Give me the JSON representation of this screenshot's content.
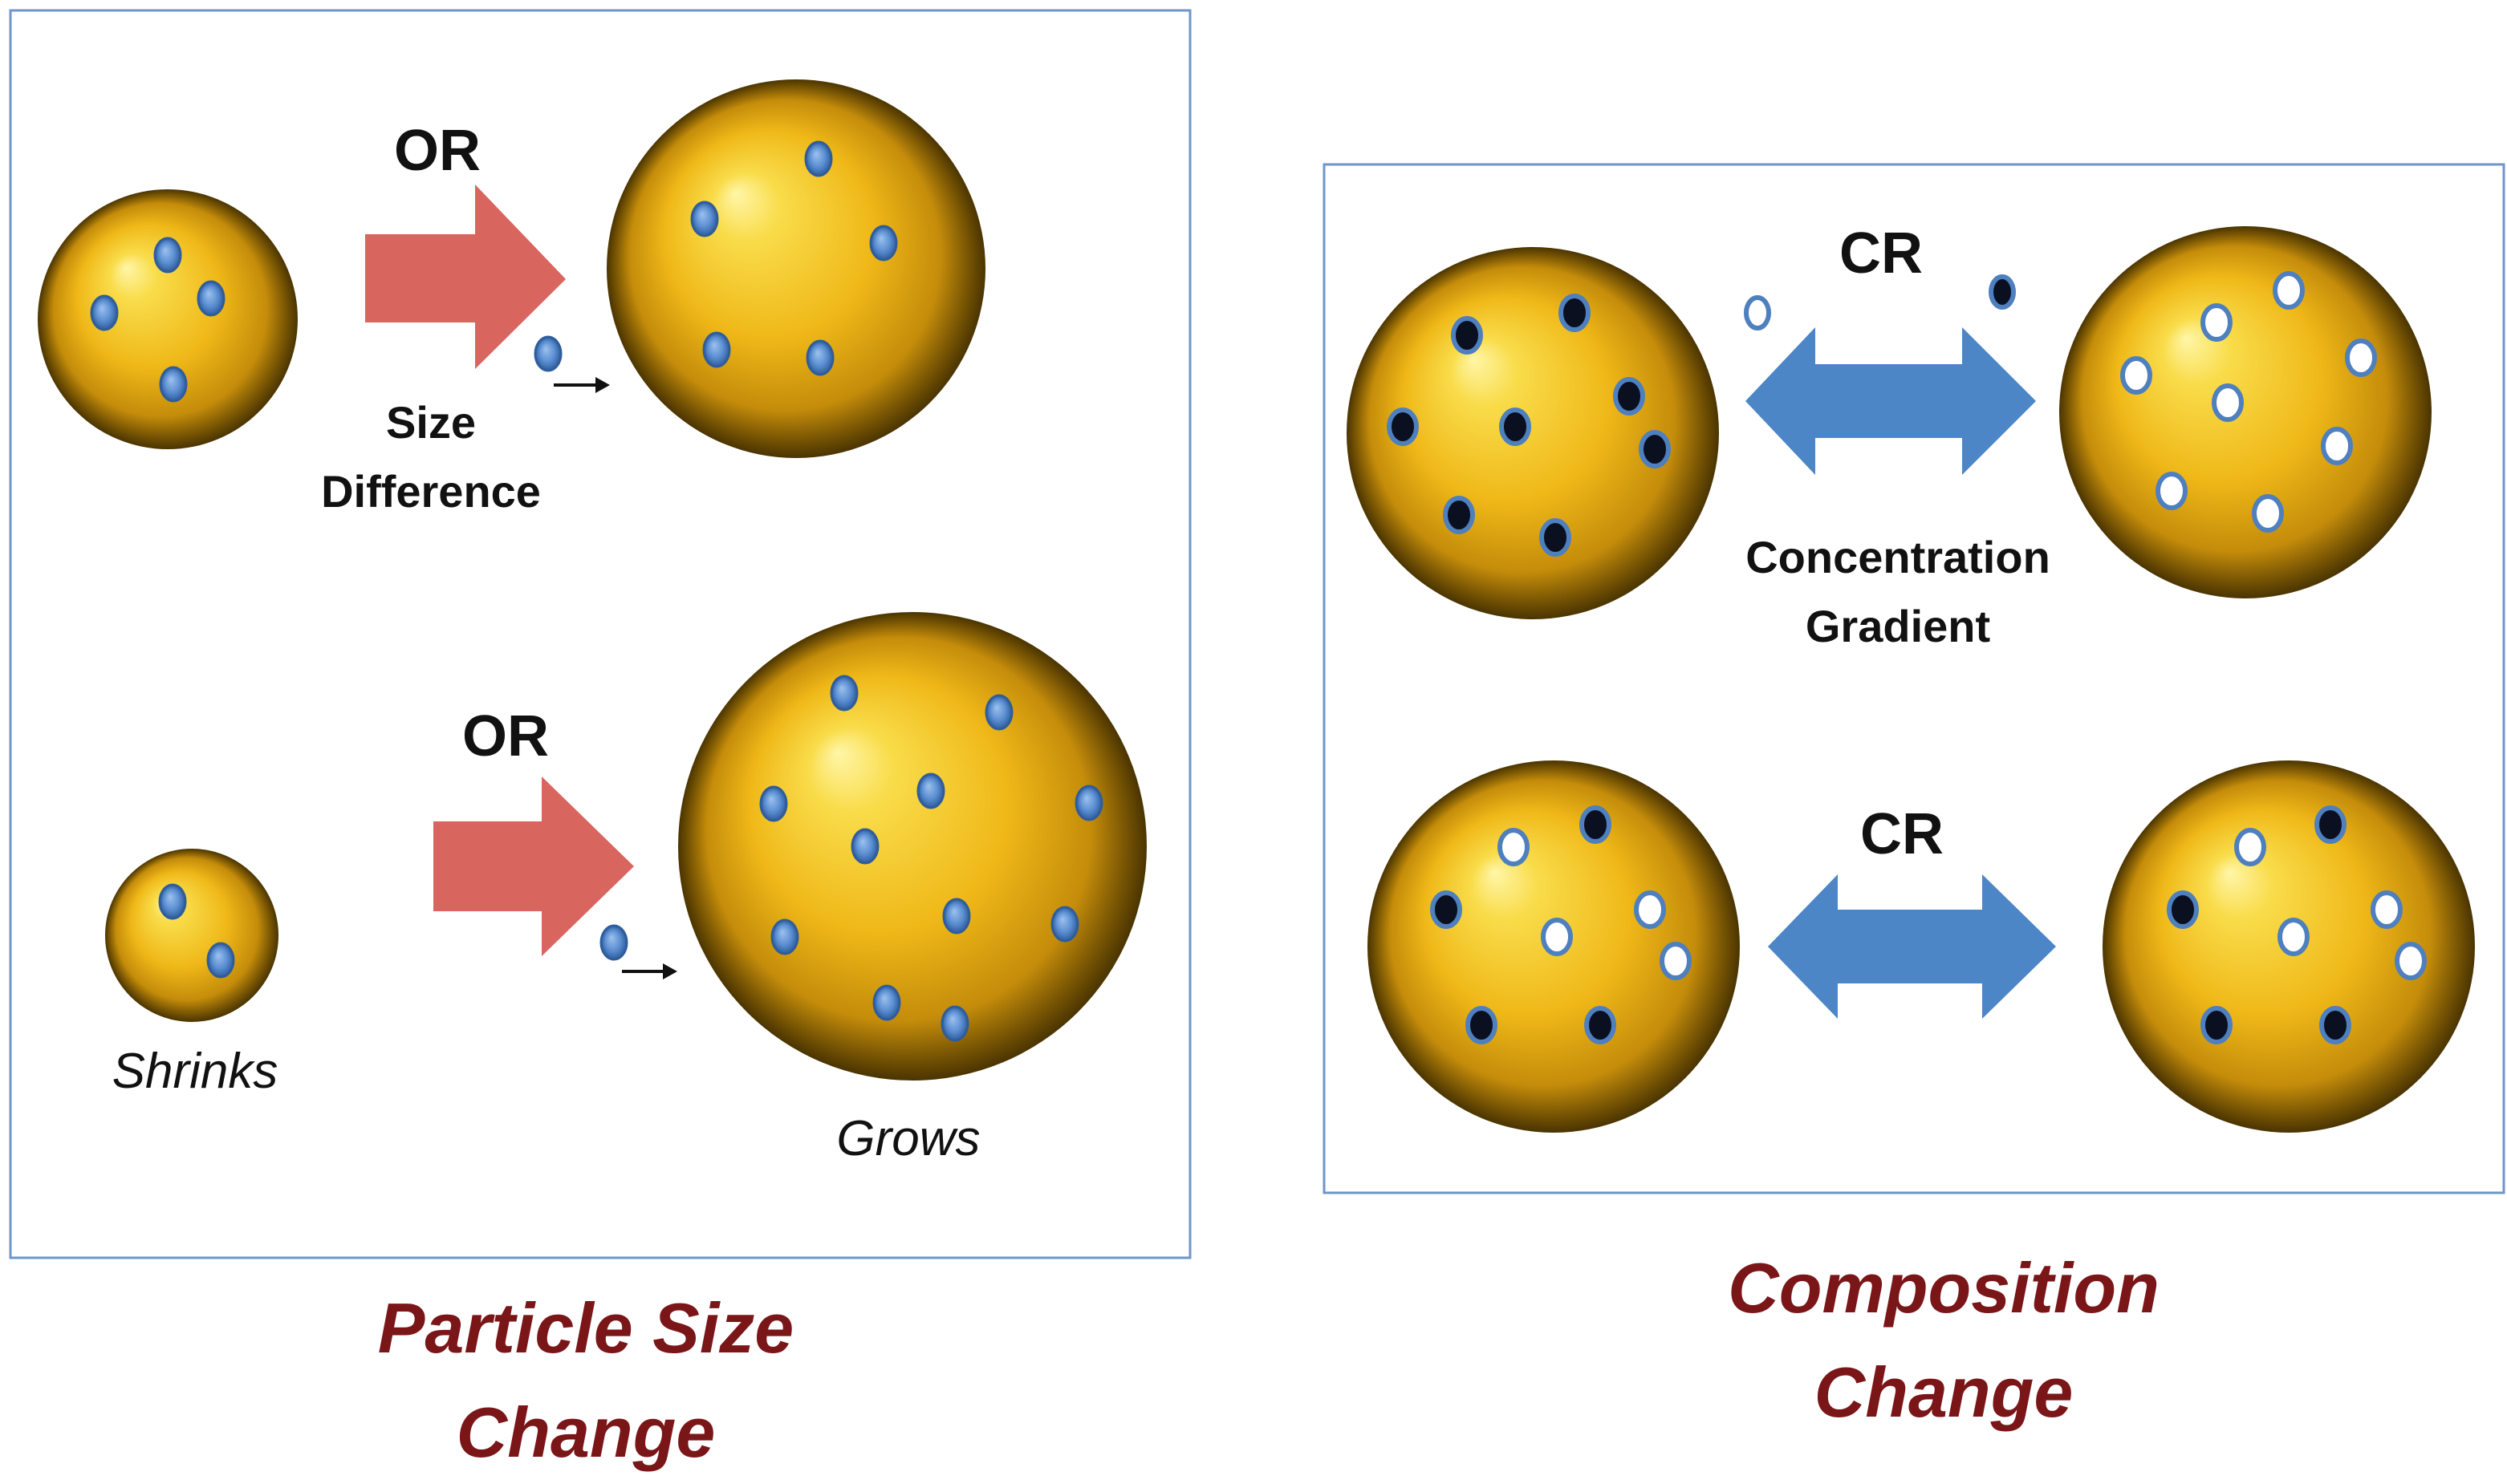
{
  "particle_size_panel": {
    "top_arrow_label": "OR",
    "top_arrow_caption_line1": "Size",
    "top_arrow_caption_line2": "Difference",
    "bottom_arrow_label": "OR",
    "shrinks_label": "Shrinks",
    "grows_label": "Grows",
    "caption_line1": "Particle Size",
    "caption_line2": "Change"
  },
  "composition_panel": {
    "top_arrow_label": "CR",
    "top_arrow_caption_line1": "Concentration",
    "top_arrow_caption_line2": "Gradient",
    "bottom_arrow_label": "CR",
    "caption_line1": "Composition",
    "caption_line2": "Change"
  },
  "colors": {
    "panel_border": "#6f96c8",
    "or_arrow": "#d9655f",
    "cr_arrow": "#4d86c6",
    "caption": "#7a1518",
    "sphere_highlight": "#fff4a0",
    "sphere_mid": "#f2bf1c",
    "sphere_shadow": "#4a3400",
    "dot_blue": "#4e7fbf",
    "dot_dark": "#0b1020"
  }
}
